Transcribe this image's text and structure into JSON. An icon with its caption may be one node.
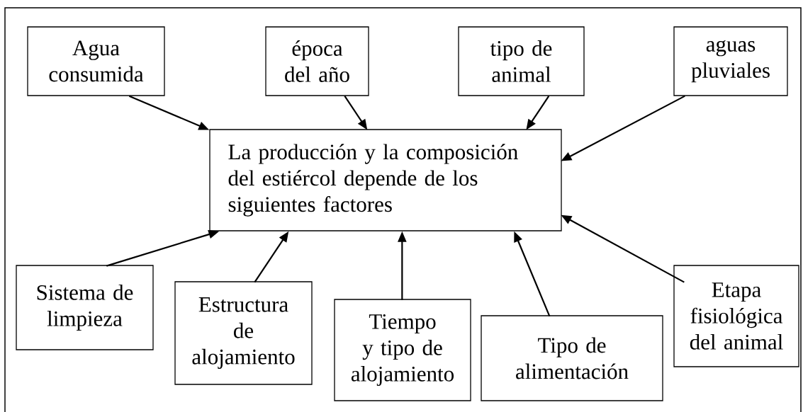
{
  "diagram": {
    "nodes": [
      {
        "text": [
          "Agua consumida"
        ]
      },
      {
        "text": [
          "época del año"
        ]
      },
      {
        "text": [
          "tipo de animal"
        ]
      },
      {
        "text": [
          "aguas pluviales"
        ]
      },
      {
        "text": [
          "La producción y la composición del estiércol depende de los siguientes factores"
        ]
      },
      {
        "text": [
          "Sistema de limpieza"
        ]
      },
      {
        "text": [
          "Estructura de alojamiento"
        ]
      },
      {
        "text": [
          "Tiempo y tipo de alojamiento"
        ]
      },
      {
        "text": [
          "Tipo de alimentación"
        ]
      },
      {
        "text": [
          "Etapa fisiológica del animal"
        ]
      }
    ],
    "edges": [
      {
        "from": 0,
        "to": 4,
        "arrow": "to"
      },
      {
        "from": 1,
        "to": 4,
        "arrow": "to"
      },
      {
        "from": 2,
        "to": 4,
        "arrow": "to"
      },
      {
        "from": 3,
        "to": 4,
        "arrow": "to"
      },
      {
        "from": 5,
        "to": 4,
        "arrow": "to"
      },
      {
        "from": 6,
        "to": 4,
        "arrow": "to"
      },
      {
        "from": 7,
        "to": 4,
        "arrow": "to"
      },
      {
        "from": 8,
        "to": 4,
        "arrow": "to"
      },
      {
        "from": 9,
        "to": 4,
        "arrow": "to"
      }
    ]
  }
}
